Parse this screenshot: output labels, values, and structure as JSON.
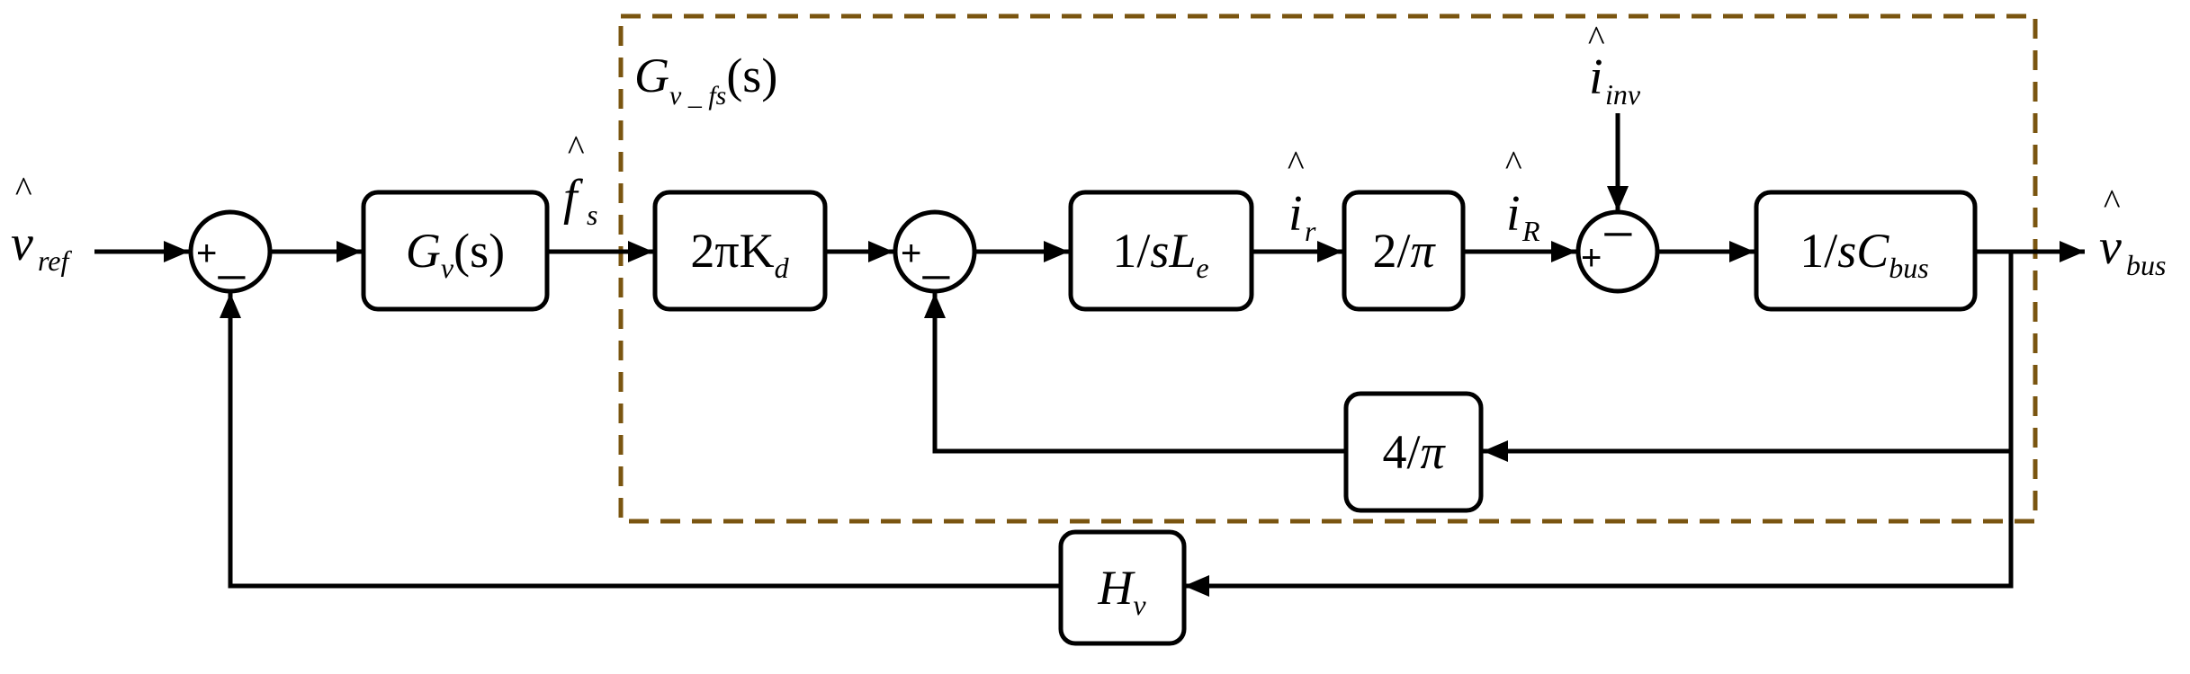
{
  "subsystem_label": {
    "main": "G",
    "sub": "v _ fs",
    "arg": "(s)"
  },
  "signals": {
    "v_ref": {
      "main": "v",
      "hat": "^",
      "sub": "ref"
    },
    "f_s": {
      "main": "f",
      "hat": "^",
      "sub": "s"
    },
    "i_r": {
      "main": "i",
      "hat": "^",
      "sub": "r"
    },
    "i_R": {
      "main": "i",
      "hat": "^",
      "sub": "R"
    },
    "i_inv": {
      "main": "i",
      "hat": "^",
      "sub": "inv"
    },
    "v_bus": {
      "main": "v",
      "hat": "^",
      "sub": "bus"
    }
  },
  "blocks": {
    "gv": {
      "main": "G",
      "sub": "v",
      "arg": "(s)"
    },
    "kd": {
      "pre": "2πK",
      "sub": "d"
    },
    "le": {
      "pre": "1/",
      "var": "sL",
      "sub": "e"
    },
    "two_pi": {
      "pre": "2/",
      "var": "π"
    },
    "cbus": {
      "pre": "1/",
      "var": "sC",
      "sub": "bus"
    },
    "four_pi": {
      "pre": "4/",
      "var": "π"
    },
    "hv": {
      "main": "H",
      "sub": "v"
    }
  },
  "sum_signs": {
    "s1": {
      "plus": "+",
      "minus": "_"
    },
    "s2": {
      "plus": "+",
      "minus": "_"
    },
    "s3": {
      "plus": "+",
      "minus": "_"
    }
  },
  "colors": {
    "line": "#000000",
    "subsystem_border": "#7a5510"
  }
}
